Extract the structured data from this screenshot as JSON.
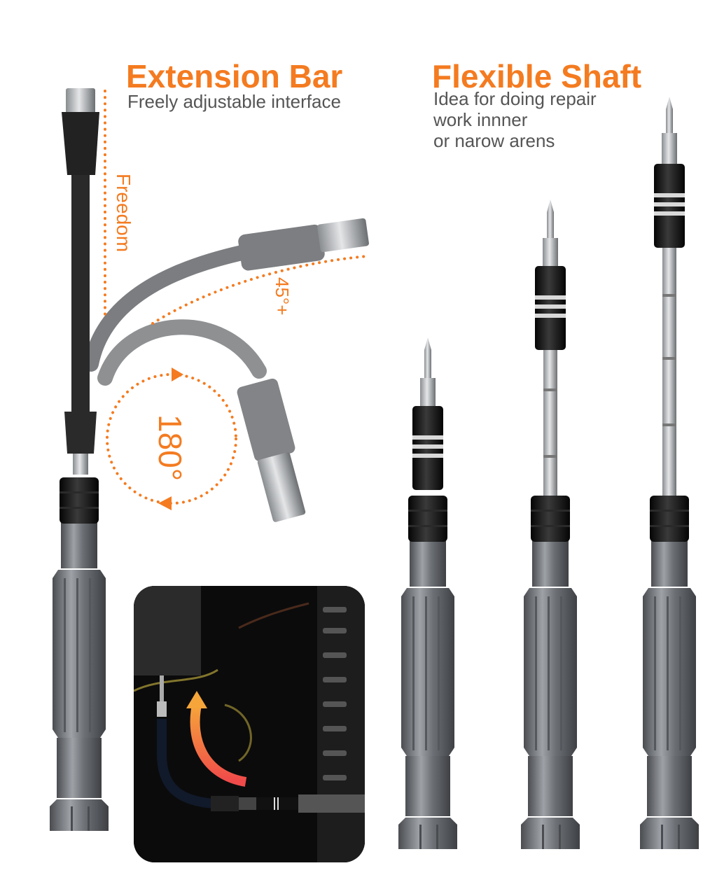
{
  "left_panel": {
    "title": "Extension Bar",
    "subtitle": "Freely adjustable interface",
    "labels": {
      "freedom": "Freedom",
      "angle_45": "45°+",
      "angle_180": "180°"
    }
  },
  "right_panel": {
    "title": "Flexible Shaft",
    "description_lines": [
      "Idea for doing repair",
      "work innner",
      "or narow arens"
    ]
  },
  "inset_photo": {
    "subject": "flexible-shaft-in-use-inside-computer-case"
  },
  "products": [
    {
      "name": "screwdriver-with-extension-bar"
    },
    {
      "name": "screwdriver-short-bit"
    },
    {
      "name": "screwdriver-medium-bit"
    },
    {
      "name": "screwdriver-long-bit"
    }
  ],
  "colors": {
    "accent": "#f47b20",
    "text": "#555555",
    "handle": "#6d7074",
    "collar": "#111111"
  }
}
